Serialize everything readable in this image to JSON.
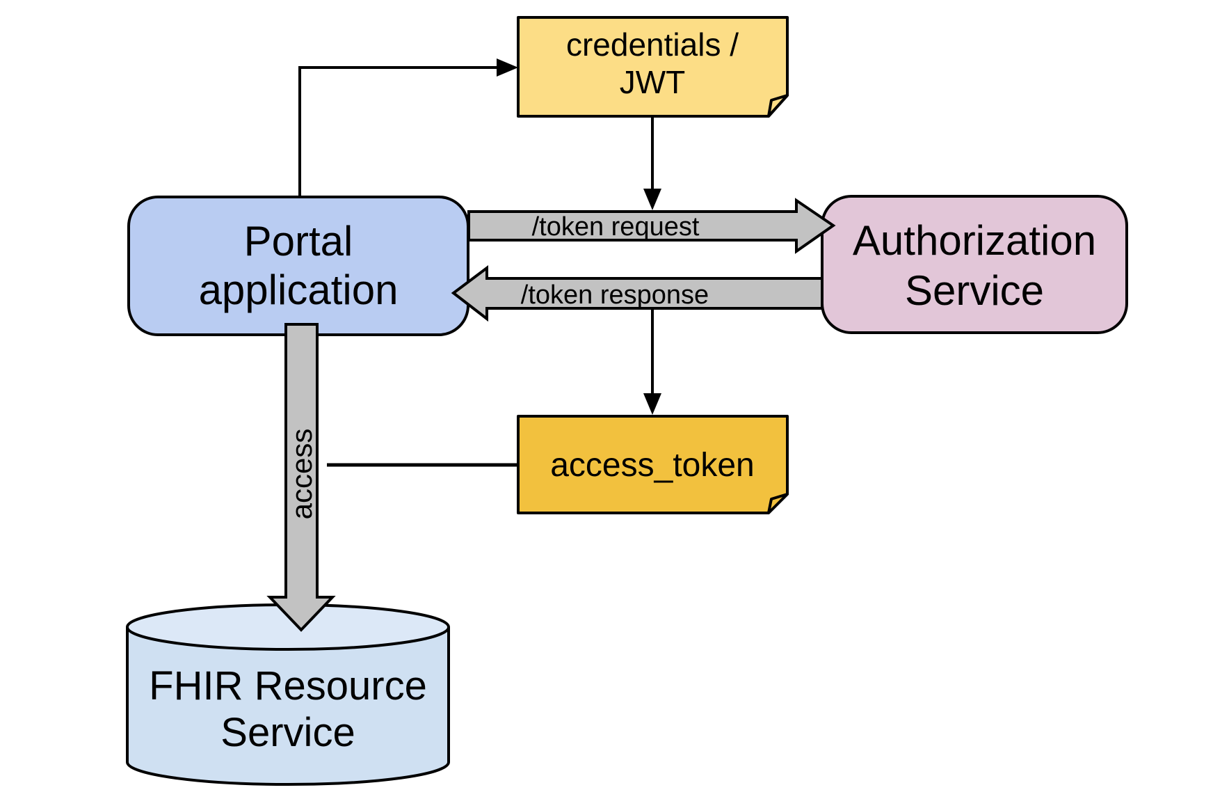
{
  "diagram": {
    "background": "#ffffff",
    "outline_color": "#000000",
    "nodes": {
      "credentials_note": {
        "line1": "credentials /",
        "line2": "JWT",
        "fill": "#fcdd86"
      },
      "portal_app": {
        "line1": "Portal",
        "line2": "application",
        "fill": "#b9ccf2"
      },
      "authorization_service": {
        "line1": "Authorization",
        "line2": "Service",
        "fill": "#e2c6d8"
      },
      "access_token_note": {
        "line1": "access_token",
        "fill": "#f2c13e"
      },
      "fhir_resource_service": {
        "line1": "FHIR Resource",
        "line2": "Service",
        "fill": "#cfe0f2",
        "top_fill": "#dce8f7"
      }
    },
    "edges": {
      "token_request": {
        "label": "/token request",
        "fill": "#c2c2c2"
      },
      "token_response": {
        "label": "/token response",
        "fill": "#c2c2c2"
      },
      "access": {
        "label": "access",
        "fill": "#c2c2c2"
      }
    }
  }
}
